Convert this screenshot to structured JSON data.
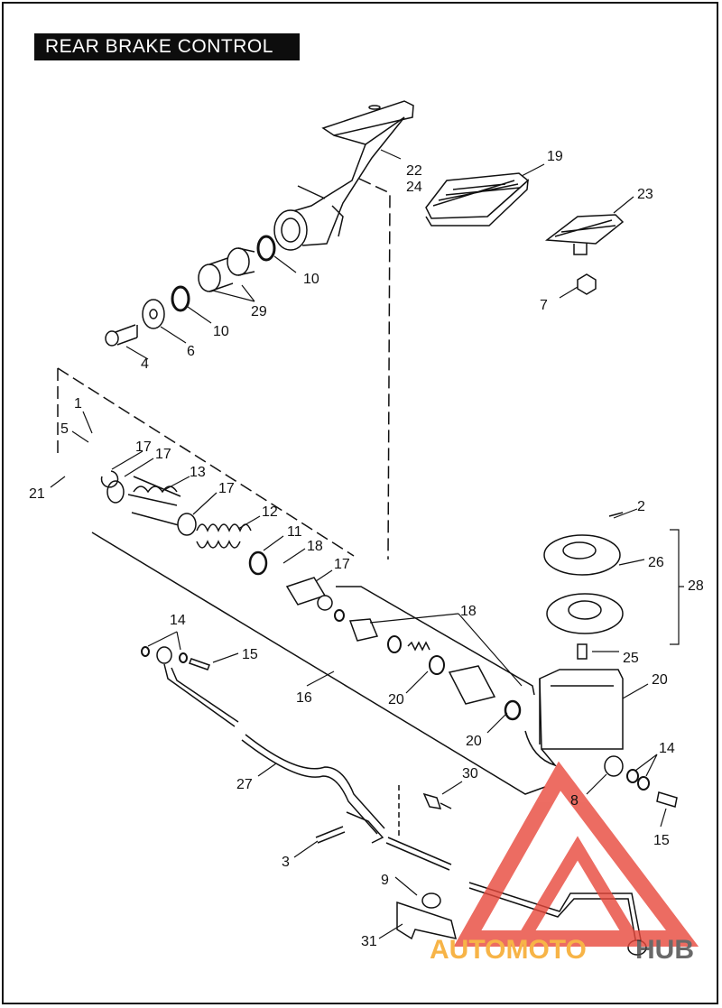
{
  "title": "REAR BRAKE CONTROL",
  "watermark": {
    "text_a": "AUTOMOTO",
    "text_b": "HUB",
    "color_triangle": "#e8483c",
    "color_text": "#f6a21a",
    "color_hub": "#444444"
  },
  "labels": {
    "l1": "1",
    "l2": "2",
    "l3": "3",
    "l4": "4",
    "l5": "5",
    "l6": "6",
    "l7": "7",
    "l8": "8",
    "l9": "9",
    "l10a": "10",
    "l10b": "10",
    "l11": "11",
    "l12": "12",
    "l13": "13",
    "l14a": "14",
    "l14b": "14",
    "l15a": "15",
    "l15b": "15",
    "l16": "16",
    "l17a": "17",
    "l17b": "17",
    "l17c": "17",
    "l17d": "17",
    "l18a": "18",
    "l18b": "18",
    "l19": "19",
    "l20a": "20",
    "l20b": "20",
    "l20c": "20",
    "l21": "21",
    "l22": "22",
    "l23": "23",
    "l24": "24",
    "l25": "25",
    "l26": "26",
    "l27": "27",
    "l28": "28",
    "l29": "29",
    "l30": "30",
    "l31": "31"
  }
}
